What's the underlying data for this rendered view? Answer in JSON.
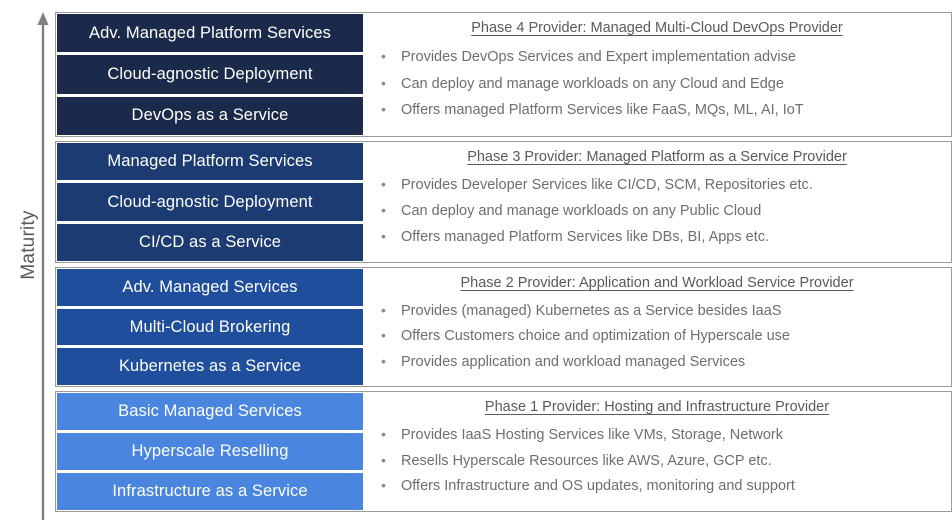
{
  "axis": {
    "label": "Maturity",
    "direction": "up",
    "arrow_color": "#808080"
  },
  "colors": {
    "phase4_bar": "#1b2a4a",
    "phase3_bar": "#1c3b72",
    "phase2_bar": "#1f4e9c",
    "phase1_bar": "#4a86e0",
    "bar_text": "#ffffff",
    "panel_title": "#5a5a5a",
    "bullet_text": "#6e6e6e",
    "box_border": "#9a9a9a",
    "background": "#ffffff"
  },
  "groups": [
    {
      "id": "phase-4",
      "bar_color": "#1b2a4a",
      "bars": [
        "Adv. Managed Platform Services",
        "Cloud-agnostic Deployment",
        "DevOps as a Service"
      ],
      "title": "Phase 4 Provider: Managed Multi-Cloud DevOps Provider",
      "bullets": [
        "Provides DevOps Services and Expert implementation advise",
        "Can deploy and manage workloads on any Cloud and Edge",
        "Offers managed Platform Services like FaaS, MQs, ML, AI, IoT"
      ]
    },
    {
      "id": "phase-3",
      "bar_color": "#1c3b72",
      "bars": [
        "Managed Platform Services",
        "Cloud-agnostic Deployment",
        "CI/CD as a Service"
      ],
      "title": "Phase 3 Provider: Managed Platform as a Service Provider",
      "bullets": [
        "Provides Developer Services like CI/CD, SCM, Repositories etc.",
        "Can deploy and manage workloads on any Public Cloud",
        "Offers managed Platform Services like DBs, BI, Apps etc."
      ]
    },
    {
      "id": "phase-2",
      "bar_color": "#1f4e9c",
      "bars": [
        "Adv. Managed Services",
        "Multi-Cloud Brokering",
        "Kubernetes as a Service"
      ],
      "title": "Phase 2 Provider: Application and Workload Service Provider",
      "bullets": [
        "Provides (managed) Kubernetes as a Service besides IaaS",
        "Offers Customers choice and optimization of Hyperscale use",
        "Provides application and workload managed Services"
      ]
    },
    {
      "id": "phase-1",
      "bar_color": "#4a86e0",
      "bars": [
        "Basic Managed Services",
        "Hyperscale Reselling",
        "Infrastructure as a Service"
      ],
      "title": "Phase 1 Provider: Hosting and Infrastructure Provider",
      "bullets": [
        "Provides IaaS Hosting Services like VMs, Storage, Network",
        "Resells Hyperscale Resources like AWS, Azure, GCP etc.",
        "Offers Infrastructure and OS updates, monitoring and support"
      ]
    }
  ]
}
